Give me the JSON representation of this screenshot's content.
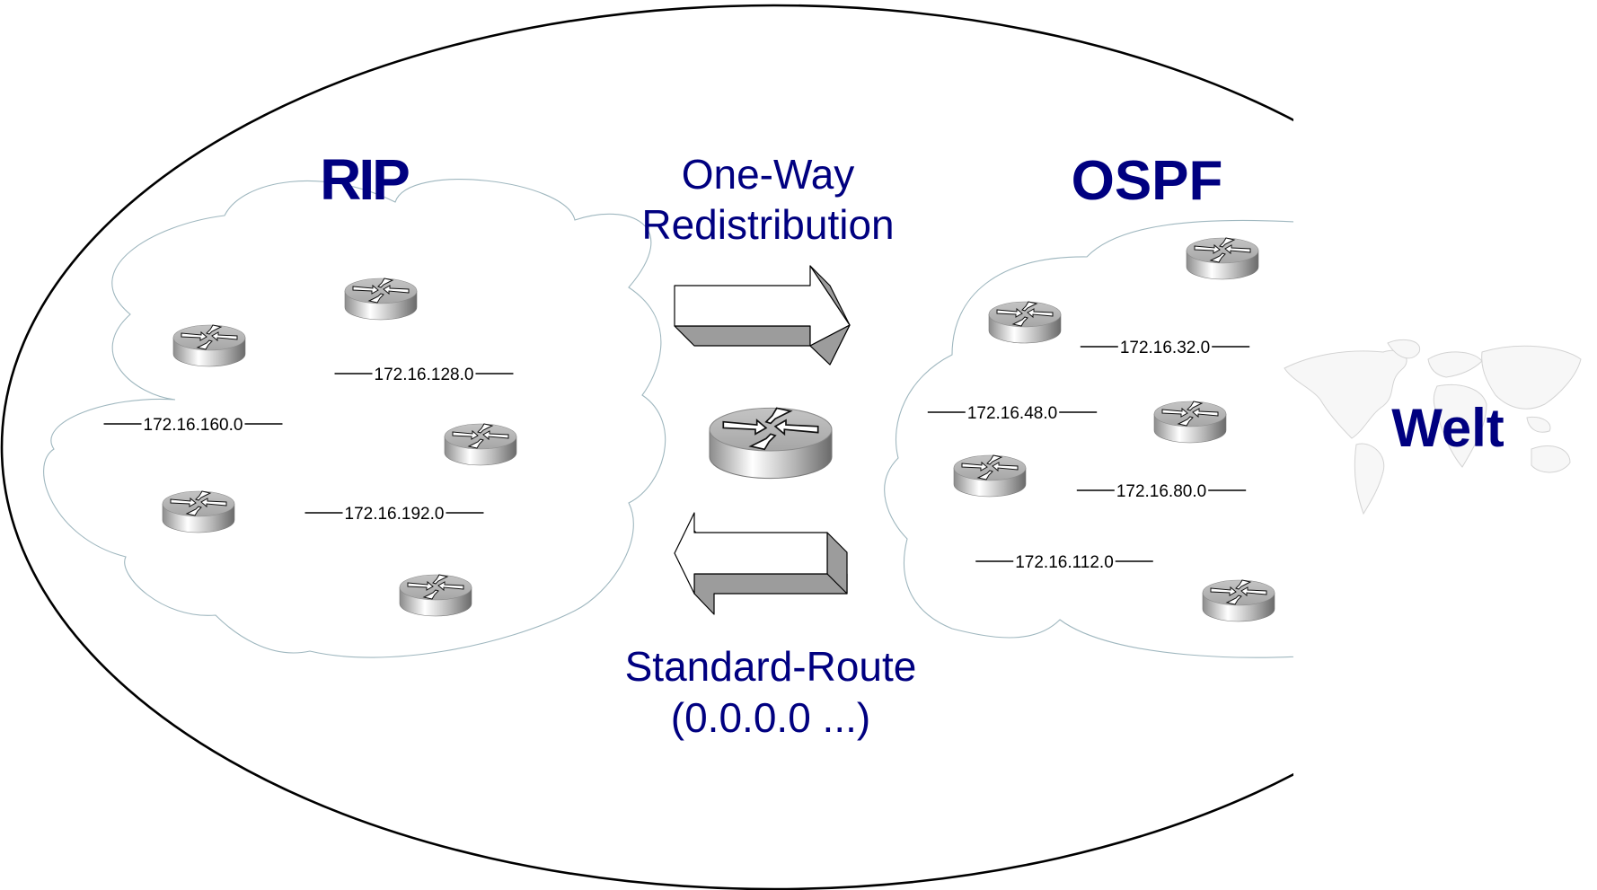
{
  "domains": {
    "rip": {
      "title": "RIP",
      "networks": [
        "172.16.128.0",
        "172.16.160.0",
        "172.16.192.0"
      ],
      "router_count": 5
    },
    "ospf": {
      "title": "OSPF",
      "networks": [
        "172.16.32.0",
        "172.16.48.0",
        "172.16.80.0",
        "172.16.112.0"
      ],
      "router_count": 5
    },
    "world": {
      "title": "Welt"
    }
  },
  "redistribution": {
    "top_label_line1": "One-Way",
    "top_label_line2": "Redistribution",
    "top_arrow_direction": "right",
    "bottom_label_line1": "Standard-Route",
    "bottom_label_line2": "(0.0.0.0 ...)",
    "bottom_arrow_direction": "left"
  },
  "icons": {
    "router": "router-icon",
    "border_router": "router-icon",
    "world_map": "world-map-icon",
    "cloud": "cloud-shape"
  },
  "colors": {
    "title_text": "#000080",
    "network_text": "#000000",
    "cloud_outline": "#9fb7bf",
    "arrow_side": "#9c9c9c"
  }
}
